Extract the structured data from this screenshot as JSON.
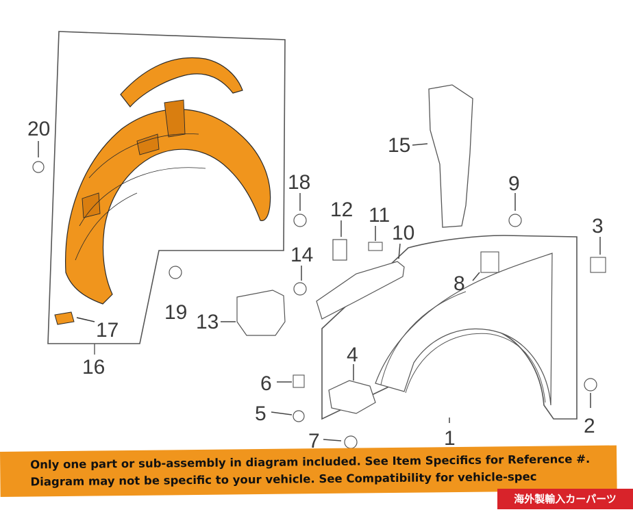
{
  "diagram": {
    "callouts": [
      {
        "id": "1",
        "label": "1"
      },
      {
        "id": "2",
        "label": "2"
      },
      {
        "id": "3",
        "label": "3"
      },
      {
        "id": "4",
        "label": "4"
      },
      {
        "id": "5",
        "label": "5"
      },
      {
        "id": "6",
        "label": "6"
      },
      {
        "id": "7",
        "label": "7"
      },
      {
        "id": "8",
        "label": "8"
      },
      {
        "id": "9",
        "label": "9"
      },
      {
        "id": "10",
        "label": "10"
      },
      {
        "id": "11",
        "label": "11"
      },
      {
        "id": "12",
        "label": "12"
      },
      {
        "id": "13",
        "label": "13"
      },
      {
        "id": "14",
        "label": "14"
      },
      {
        "id": "15",
        "label": "15"
      },
      {
        "id": "16",
        "label": "16"
      },
      {
        "id": "17",
        "label": "17"
      },
      {
        "id": "18",
        "label": "18"
      },
      {
        "id": "19",
        "label": "19"
      },
      {
        "id": "20",
        "label": "20"
      }
    ],
    "highlight_color": "#f0951d",
    "line_color": "#555555"
  },
  "banner": {
    "line1": "Only one part or sub-assembly in diagram included. See Item Specifics for Reference #.",
    "line2": "Diagram may not be specific to your vehicle. See Compatibility for vehicle-spec",
    "color": "#f0951d"
  },
  "tag": {
    "text": "海外製輸入カーパーツ",
    "color": "#d8232a"
  }
}
